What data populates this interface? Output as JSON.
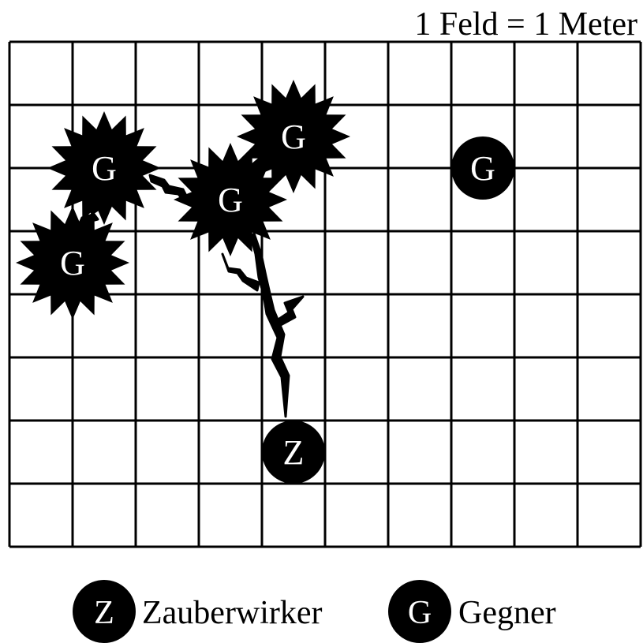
{
  "scale_label": "1 Feld = 1 Meter",
  "grid": {
    "columns": 10,
    "rows": 8,
    "line_color": "#000000"
  },
  "caster": {
    "letter": "Z",
    "cell": [
      4.5,
      6.5
    ]
  },
  "enemies": [
    {
      "letter": "G",
      "cell": [
        1.5,
        2.0
      ],
      "hit": true
    },
    {
      "letter": "G",
      "cell": [
        1.0,
        3.5
      ],
      "hit": true
    },
    {
      "letter": "G",
      "cell": [
        3.5,
        2.5
      ],
      "hit": true
    },
    {
      "letter": "G",
      "cell": [
        4.5,
        1.5
      ],
      "hit": true
    },
    {
      "letter": "G",
      "cell": [
        7.5,
        2.0
      ],
      "hit": false
    }
  ],
  "legend": [
    {
      "letter": "Z",
      "label": "Zauberwirker",
      "icon": "caster-token-icon"
    },
    {
      "letter": "G",
      "label": "Gegner",
      "icon": "enemy-token-icon"
    }
  ],
  "colors": {
    "token_fill": "#000000",
    "token_text": "#ffffff",
    "background": "#ffffff"
  }
}
